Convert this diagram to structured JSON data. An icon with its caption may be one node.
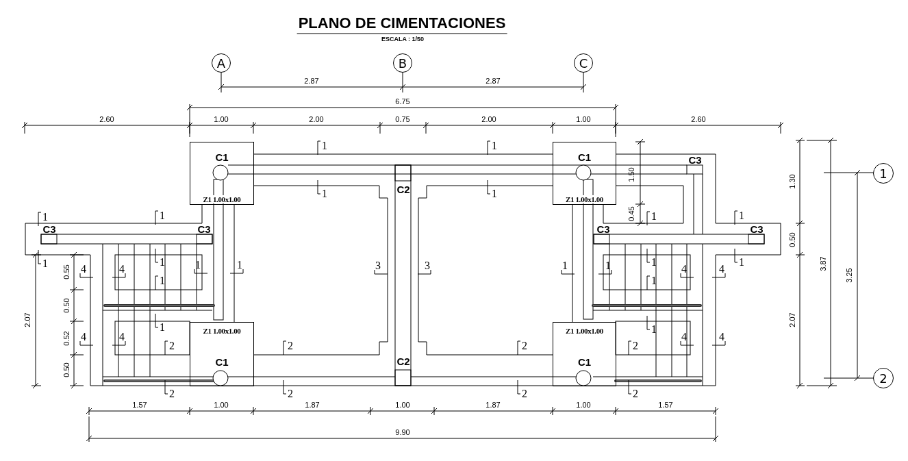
{
  "diagram": {
    "title": "PLANO DE CIMENTACIONES",
    "caption": "ESCALA : 1/50",
    "nodes": [
      {
        "text": [
          "A"
        ]
      },
      {
        "text": [
          "B"
        ]
      },
      {
        "text": [
          "C"
        ]
      },
      {
        "text": [
          "C1",
          "Z1 1.00x1.00"
        ]
      },
      {
        "text": [
          "C1",
          "Z1 1.00x1.00"
        ]
      },
      {
        "text": [
          "1"
        ]
      },
      {
        "text": [
          "Z1 1.00x1.00",
          "C1"
        ]
      },
      {
        "text": [
          "Z1 1.00x1.00",
          "C1"
        ]
      },
      {
        "text": [
          "2"
        ]
      }
    ],
    "labels": [
      "2.87",
      "2.87",
      "6.75",
      "2.60",
      "1.00",
      "2.00",
      "0.75",
      "2.00",
      "1.00",
      "2.60",
      "1",
      "1",
      "C3",
      "C2",
      "1.50",
      "1.30",
      "1",
      "1",
      "0.45",
      "1",
      "1",
      "1",
      "1",
      "C3",
      "C3",
      "C3",
      "C3",
      "0.50",
      "1",
      "1",
      "1",
      "1",
      "3.87",
      "0.55",
      "4",
      "4",
      "1",
      "1",
      "3",
      "3",
      "1",
      "1",
      "4",
      "4",
      "3.25",
      "1",
      "1",
      "0.50",
      "2.07",
      "2.07",
      "1",
      "1",
      "0.52",
      "4",
      "4",
      "4",
      "4",
      "2",
      "2",
      "2",
      "2",
      "C2",
      "0.50",
      "2",
      "2",
      "2",
      "2",
      "1.57",
      "1.00",
      "1.87",
      "1.00",
      "1.87",
      "1.00",
      "1.57",
      "9.90"
    ]
  }
}
